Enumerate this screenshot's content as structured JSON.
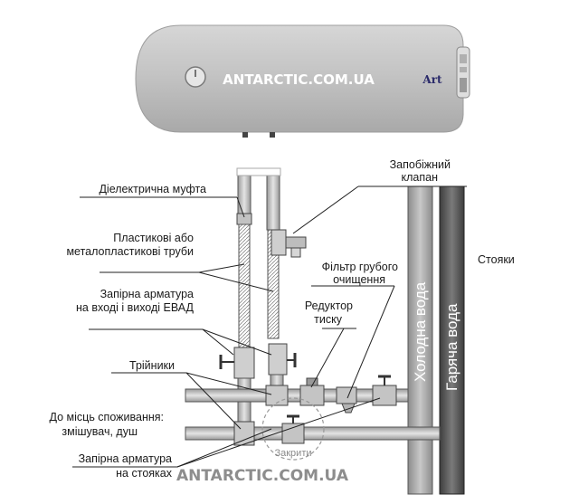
{
  "watermark": "ANTARCTIC.COM.UA",
  "brand_logo": "Art",
  "labels": {
    "dielectric": "Діелектрична муфта",
    "pipes_line1": "Пластикові або",
    "pipes_line2": "металопластикові труби",
    "valves_evad_line1": "Запірна арматура",
    "valves_evad_line2": "на вході і виході ЕВАД",
    "tees": "Трійники",
    "consumption_line1": "До місць споживання:",
    "consumption_line2": "змішувач, душ",
    "valves_risers_line1": "Запірна арматура",
    "valves_risers_line2": "на стояках",
    "safety_line1": "Запобіжний",
    "safety_line2": "клапан",
    "filter_line1": "Фільтр грубого",
    "filter_line2": "очищення",
    "reducer_line1": "Редуктор",
    "reducer_line2": "тиску",
    "risers": "Стояки",
    "cold_water": "Холодна вода",
    "hot_water": "Гаряча вода",
    "closed": "Закрити"
  },
  "colors": {
    "tank": "#c9c9c9",
    "pipe_fill": "#d8d8d8",
    "riser_fill": "#b9b9b9",
    "riser_dark": "#4a4a4a",
    "line": "#222222"
  }
}
